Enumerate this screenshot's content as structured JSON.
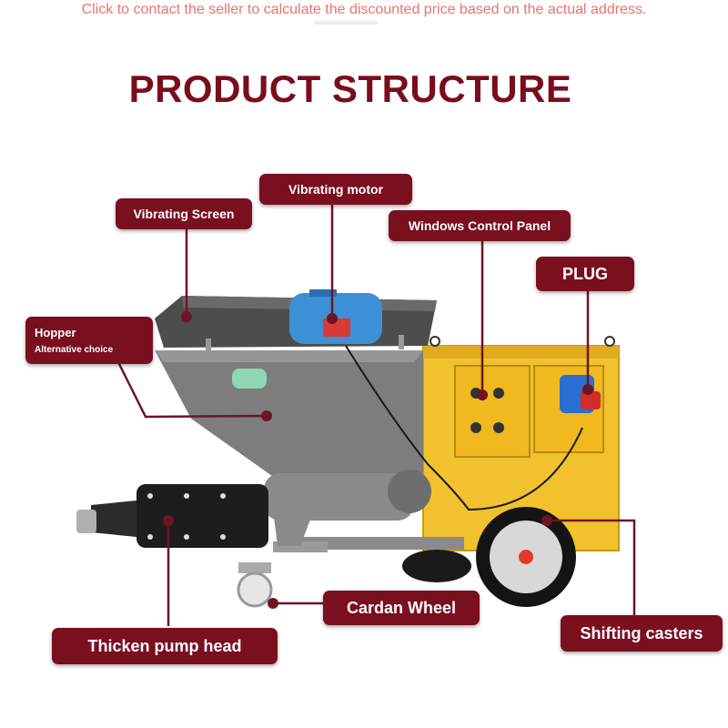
{
  "notice": "Click to contact the seller to calculate the discounted price based on the actual address.",
  "title": "PRODUCT STRUCTURE",
  "labels": {
    "vibrating_motor": "Vibrating motor",
    "vibrating_screen": "Vibrating Screen",
    "windows_control_panel": "Windows Control Panel",
    "plug": "PLUG",
    "hopper": "Hopper",
    "hopper_note": "Alternative choice",
    "cardan_wheel": "Cardan Wheel",
    "thicken_pump_head": "Thicken pump head",
    "shifting_casters": "Shifting casters"
  },
  "colors": {
    "label_bg": "#7a0f1f",
    "title": "#7a0d1c",
    "notice": "#e8736f",
    "machine_body": "#f2c12e",
    "hopper": "#7d7d7d",
    "motor": "#3d8fd6",
    "plug": "#2a6fd0"
  }
}
